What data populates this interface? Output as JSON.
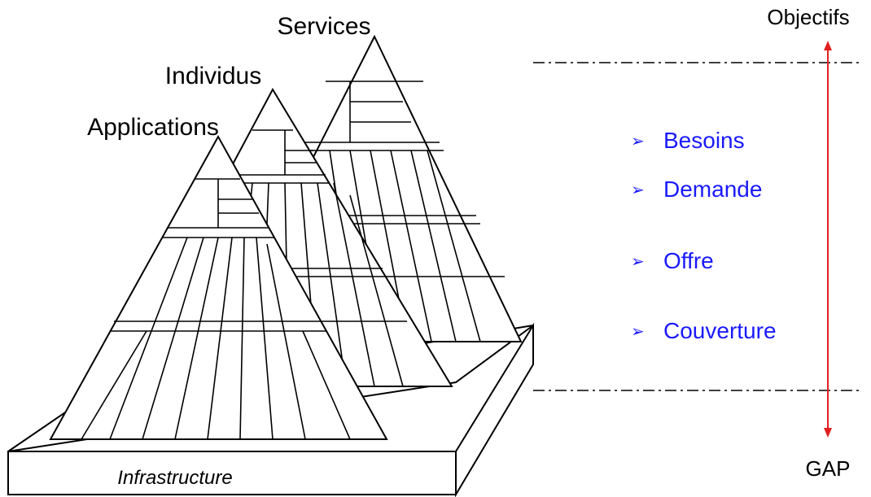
{
  "pyramids": [
    {
      "id": "services",
      "label": "Services"
    },
    {
      "id": "individus",
      "label": "Individus"
    },
    {
      "id": "applications",
      "label": "Applications"
    }
  ],
  "base_label": "Infrastructure",
  "axis": {
    "top_label": "Objectifs",
    "bottom_label": "GAP",
    "arrow_color": "#e02020"
  },
  "items": [
    {
      "label": "Besoins"
    },
    {
      "label": "Demande"
    },
    {
      "label": "Offre"
    },
    {
      "label": "Couverture"
    }
  ],
  "colors": {
    "item_text": "#1a1aff"
  }
}
